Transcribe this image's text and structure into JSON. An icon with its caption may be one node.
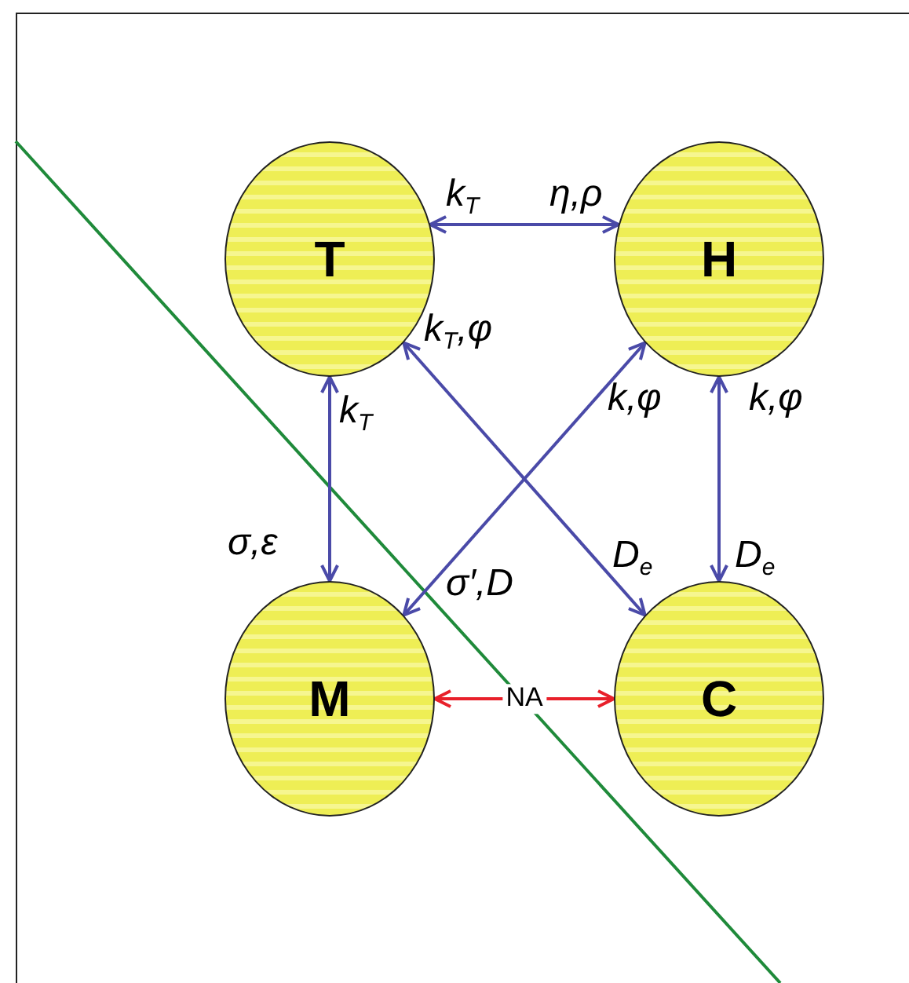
{
  "diagram": {
    "nodes": [
      {
        "text": [
          "T"
        ]
      },
      {
        "text": [
          "H"
        ]
      },
      {
        "text": [
          "M"
        ]
      },
      {
        "text": [
          "C"
        ]
      }
    ],
    "edges": [
      {
        "from": 0,
        "to": 1,
        "arrow": "both"
      },
      {
        "from": 0,
        "to": 2,
        "arrow": "both"
      },
      {
        "from": 0,
        "to": 3,
        "arrow": "both"
      },
      {
        "from": 1,
        "to": 2,
        "arrow": "both"
      },
      {
        "from": 1,
        "to": 3,
        "arrow": "both"
      },
      {
        "from": 2,
        "to": 3,
        "arrow": "both",
        "label": "NA",
        "color": "#e8202a"
      }
    ],
    "labels": [
      "k$_{T}$",
      "η,ρ",
      "k$_{T}$,φ",
      "k$_{T}$",
      "k,φ",
      "k,φ",
      "σ,ε",
      "D$_{e}$",
      "D$_{e}$",
      "σ′,D"
    ]
  }
}
